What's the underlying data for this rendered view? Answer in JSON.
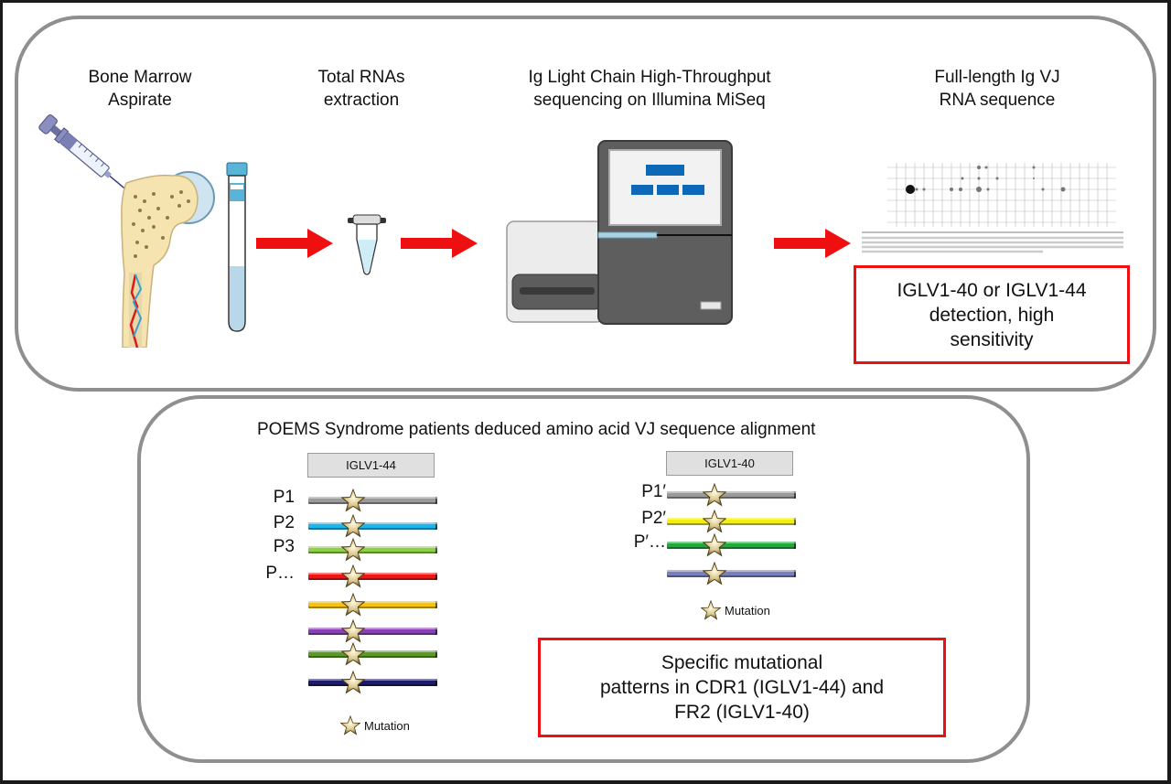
{
  "workflow": {
    "steps": [
      {
        "title_line1": "Bone Marrow",
        "title_line2": "Aspirate",
        "icon": "bone-marrow-aspirate-icon"
      },
      {
        "title_line1": "Total RNAs",
        "title_line2": "extraction",
        "icon": "microtube-icon"
      },
      {
        "title_line1": "Ig Light Chain High-Throughput",
        "title_line2": "sequencing on Illumina MiSeq",
        "icon": "sequencer-icon"
      },
      {
        "title_line1": "Full-length Ig VJ",
        "title_line2": "RNA sequence",
        "icon": "vj-usage-plot-icon"
      }
    ],
    "result_box": {
      "line1": "IGLV1-40 or IGLV1-44",
      "line2": "detection, high",
      "line3": "sensitivity"
    },
    "colors": {
      "arrow": "#ee1010",
      "result_border": "#ee1010"
    }
  },
  "alignment": {
    "title": "POEMS Syndrome patients deduced amino acid VJ sequence alignment",
    "groups": [
      {
        "gene": "IGLV1-44",
        "rows": [
          {
            "label": "P1",
            "color": "#9a9a9a"
          },
          {
            "label": "P2",
            "color": "#1fb4ea"
          },
          {
            "label": "P3",
            "color": "#8fd04a"
          },
          {
            "label": "P…",
            "color": "#ee1515"
          },
          {
            "label": "",
            "color": "#f6c20f"
          },
          {
            "label": "",
            "color": "#8a3fb8"
          },
          {
            "label": "",
            "color": "#5a9a2a"
          },
          {
            "label": "",
            "color": "#1c1a6a"
          }
        ],
        "legend": "Mutation"
      },
      {
        "gene": "IGLV1-40",
        "rows": [
          {
            "label": "P1′",
            "color": "#9a9a9a"
          },
          {
            "label": "P2′",
            "color": "#f2ef10"
          },
          {
            "label": "P′…",
            "color": "#1faa3a"
          },
          {
            "label": "",
            "color": "#7a80b8"
          }
        ],
        "legend": "Mutation"
      }
    ],
    "conclusion_box": {
      "line1": "Specific mutational",
      "line2": "patterns in CDR1 (IGLV1-44) and",
      "line3": "FR2 (IGLV1-40)"
    },
    "marker_icon": "mutation-star-icon"
  }
}
